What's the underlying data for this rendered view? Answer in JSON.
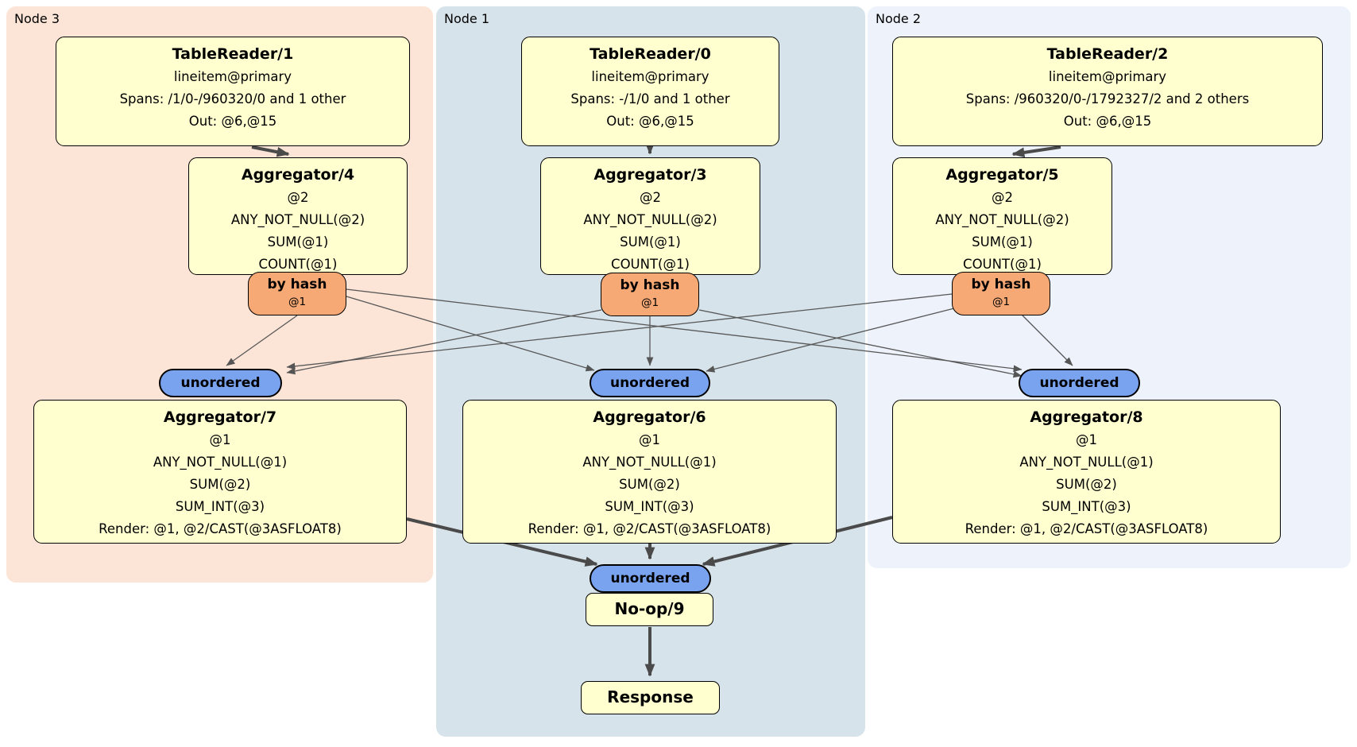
{
  "diagram": {
    "regions": {
      "node3": {
        "label": "Node 3",
        "bg": "#fce4d6"
      },
      "node1": {
        "label": "Node 1",
        "bg": "#d7e3ea"
      },
      "node2": {
        "label": "Node 2",
        "bg": "#edf2fb"
      }
    },
    "boxes": {
      "tr1": {
        "title": "TableReader/1",
        "lines": [
          "lineitem@primary",
          "Spans: /1/0-/960320/0 and 1 other",
          "Out: @6,@15"
        ]
      },
      "tr0": {
        "title": "TableReader/0",
        "lines": [
          "lineitem@primary",
          "Spans: -/1/0 and 1 other",
          "Out: @6,@15"
        ]
      },
      "tr2": {
        "title": "TableReader/2",
        "lines": [
          "lineitem@primary",
          "Spans: /960320/0-/1792327/2 and 2 others",
          "Out: @6,@15"
        ]
      },
      "agg4": {
        "title": "Aggregator/4",
        "lines": [
          "@2",
          "ANY_NOT_NULL(@2)",
          "SUM(@1)",
          "COUNT(@1)"
        ]
      },
      "agg3": {
        "title": "Aggregator/3",
        "lines": [
          "@2",
          "ANY_NOT_NULL(@2)",
          "SUM(@1)",
          "COUNT(@1)"
        ]
      },
      "agg5": {
        "title": "Aggregator/5",
        "lines": [
          "@2",
          "ANY_NOT_NULL(@2)",
          "SUM(@1)",
          "COUNT(@1)"
        ]
      },
      "agg7": {
        "title": "Aggregator/7",
        "lines": [
          "@1",
          "ANY_NOT_NULL(@1)",
          "SUM(@2)",
          "SUM_INT(@3)",
          "Render: @1, @2/CAST(@3ASFLOAT8)"
        ]
      },
      "agg6": {
        "title": "Aggregator/6",
        "lines": [
          "@1",
          "ANY_NOT_NULL(@1)",
          "SUM(@2)",
          "SUM_INT(@3)",
          "Render: @1, @2/CAST(@3ASFLOAT8)"
        ]
      },
      "agg8": {
        "title": "Aggregator/8",
        "lines": [
          "@1",
          "ANY_NOT_NULL(@1)",
          "SUM(@2)",
          "SUM_INT(@3)",
          "Render: @1, @2/CAST(@3ASFLOAT8)"
        ]
      },
      "noop": {
        "title": "No-op/9"
      },
      "response": {
        "title": "Response"
      }
    },
    "routers": {
      "r4": {
        "label": "by hash",
        "key": "@1"
      },
      "r3": {
        "label": "by hash",
        "key": "@1"
      },
      "r5": {
        "label": "by hash",
        "key": "@1"
      }
    },
    "syncs": {
      "left": {
        "label": "unordered"
      },
      "center": {
        "label": "unordered"
      },
      "right": {
        "label": "unordered"
      },
      "final": {
        "label": "unordered"
      }
    },
    "colors": {
      "node3_bg": "#fce4d6",
      "node1_bg": "#d7e3ea",
      "node2_bg": "#edf2fb",
      "processor_box_bg": "#ffffd0",
      "router_bg": "#f6a975",
      "sync_bg": "#79a3ef",
      "edge": "#4a4a4a"
    }
  }
}
